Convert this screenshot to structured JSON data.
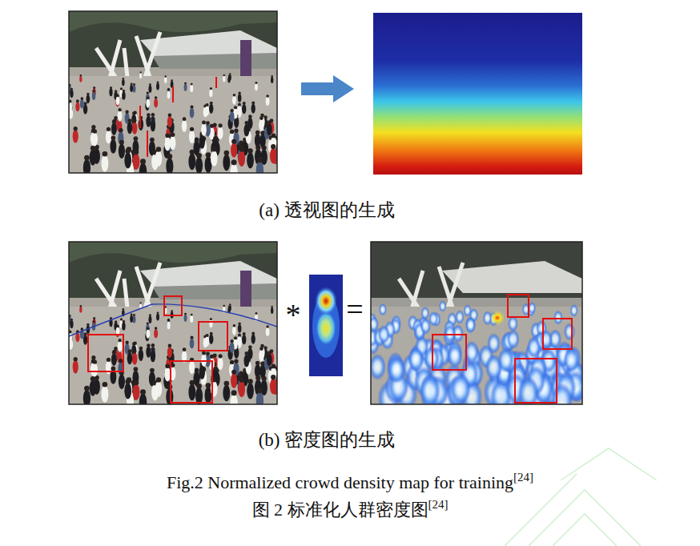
{
  "diagram": {
    "labels": [
      "(a) 透视图的生成",
      "(b) 密度图的生成",
      "Fig.2 Normalized crowd density map for training",
      "[24]",
      "图 2 标准化人群密度图",
      "[24]",
      "*",
      "="
    ]
  }
}
